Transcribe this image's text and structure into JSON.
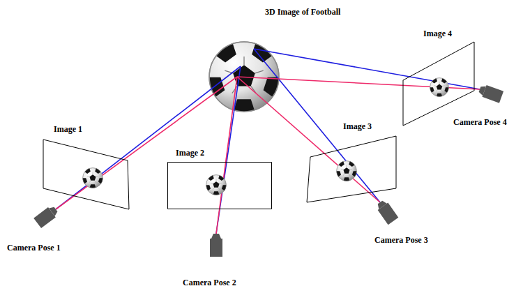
{
  "diagram": {
    "nodes": [
      {
        "text": [
          "3D Image of Football"
        ]
      },
      {
        "text": [
          "Image 1"
        ]
      },
      {
        "text": [
          "Image 2"
        ]
      },
      {
        "text": [
          "Image 3"
        ]
      },
      {
        "text": [
          "Image 4"
        ]
      },
      {
        "text": [
          "Camera Pose 1"
        ]
      },
      {
        "text": [
          "Camera Pose 2"
        ]
      },
      {
        "text": [
          "Camera Pose 3"
        ]
      },
      {
        "text": [
          "Camera Pose 4"
        ]
      }
    ],
    "edges": [
      {
        "from": 0,
        "to": 5,
        "arrow": "none"
      },
      {
        "from": 0,
        "to": 5,
        "arrow": "none"
      },
      {
        "from": 0,
        "to": 6,
        "arrow": "none"
      },
      {
        "from": 0,
        "to": 6,
        "arrow": "none"
      },
      {
        "from": 0,
        "to": 7,
        "arrow": "none"
      },
      {
        "from": 0,
        "to": 7,
        "arrow": "none"
      },
      {
        "from": 0,
        "to": 8,
        "arrow": "none"
      },
      {
        "from": 0,
        "to": 8,
        "arrow": "none"
      }
    ]
  }
}
